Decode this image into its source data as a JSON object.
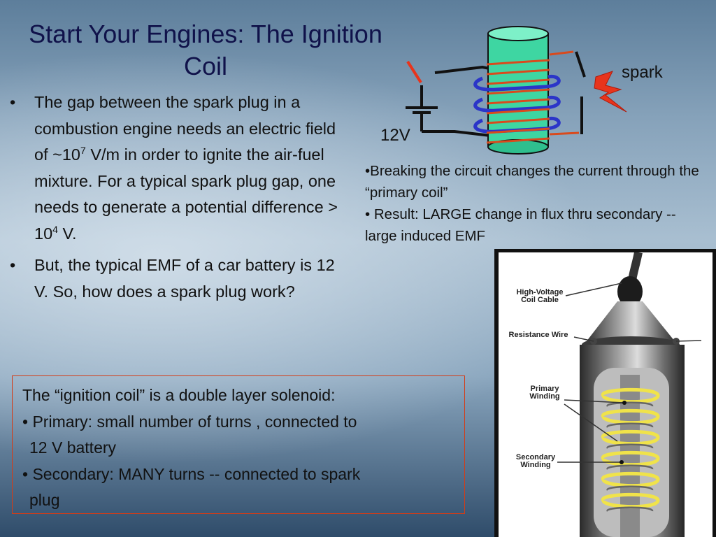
{
  "slide": {
    "title": "Start Your Engines: The Ignition Coil",
    "bullets": [
      {
        "parts": [
          "The gap between the spark plug in a combustion engine needs an electric field of ~10",
          "7",
          " V/m in order to ignite the air-fuel mixture.  For a typical spark plug gap, one needs to generate a potential difference > 10",
          "4",
          " V."
        ]
      },
      {
        "text": "But, the typical EMF of a car battery is 12 V. So, how does a spark plug work?"
      }
    ],
    "notes": [
      "•Breaking the circuit changes the current through the “primary coil”",
      "• Result: LARGE change in flux thru secondary -- large induced EMF"
    ],
    "box": {
      "heading": "The “ignition coil” is a double layer solenoid:",
      "items": [
        {
          "bullet": "•",
          "line1": "Primary: small number of turns , connected to",
          "line2": "12 V battery"
        },
        {
          "bullet": "•",
          "line1": "Secondary: MANY turns --  connected to spark",
          "line2": "plug"
        }
      ]
    }
  },
  "diagram": {
    "spark_label": "spark",
    "battery_label": "12V",
    "colors": {
      "core": "#3ed6a2",
      "primary": "#2b35c8",
      "secondary": "#d94a1d",
      "spark": "#e8341c"
    }
  },
  "photo": {
    "labels": {
      "cable": [
        "High-Voltage",
        "Coil Cable"
      ],
      "resistance": "Resistance Wire",
      "primary": [
        "Primary",
        "Winding"
      ],
      "secondary": [
        "Secondary",
        "Winding"
      ]
    }
  }
}
